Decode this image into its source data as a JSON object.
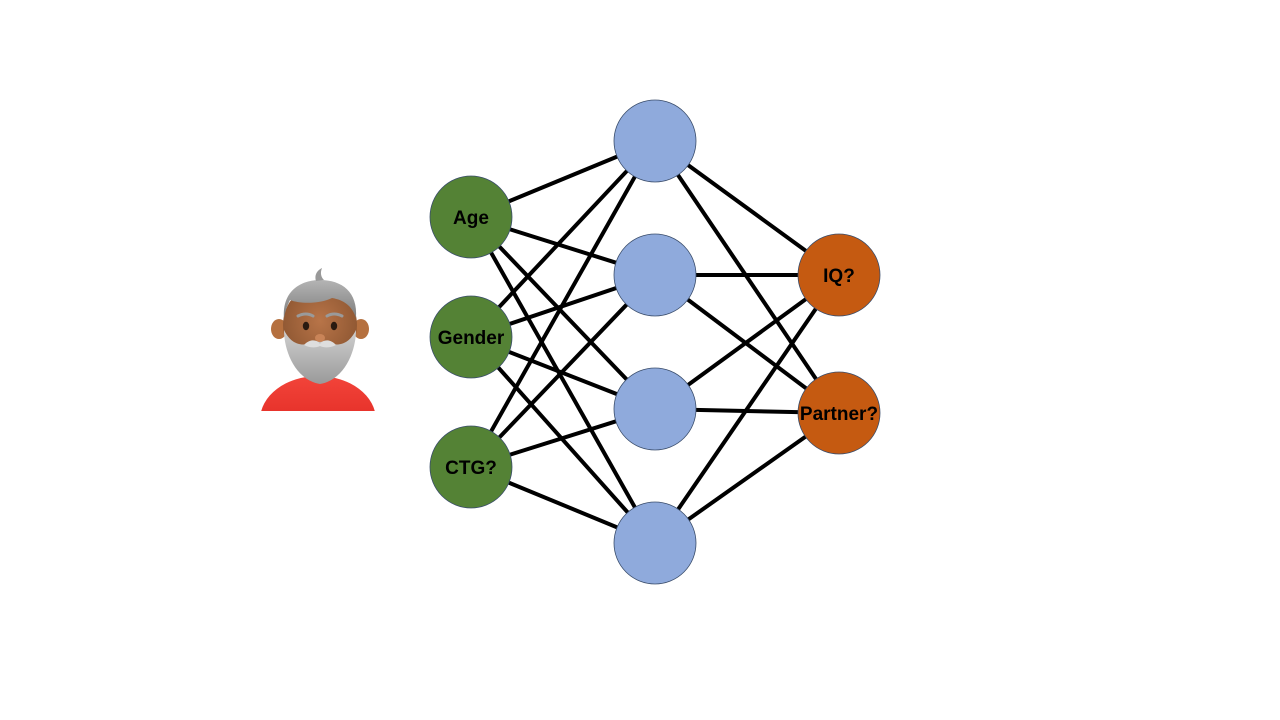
{
  "avatar": {
    "icon": "bearded-older-man-icon",
    "skin_color": "#a0643a",
    "hair_color": "#8c8c8c",
    "shirt_color": "#e8231c"
  },
  "network": {
    "connection_color": "#000000",
    "layers": {
      "input": {
        "color": "#548235",
        "nodes": [
          {
            "label": "Age"
          },
          {
            "label": "Gender"
          },
          {
            "label": "CTG?"
          }
        ]
      },
      "hidden": {
        "color": "#8faadc",
        "nodes": [
          {
            "label": ""
          },
          {
            "label": ""
          },
          {
            "label": ""
          },
          {
            "label": ""
          }
        ]
      },
      "output": {
        "color": "#c55a11",
        "nodes": [
          {
            "label": "IQ?"
          },
          {
            "label": "Partner?"
          }
        ]
      }
    }
  }
}
